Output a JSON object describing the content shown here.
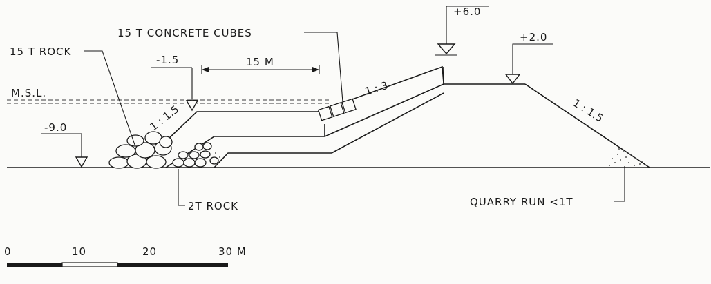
{
  "labels": {
    "concrete_cubes": "15 T  CONCRETE CUBES",
    "rock_15t": "15 T ROCK",
    "rock_2t": "2T ROCK",
    "quarry_run": "QUARRY RUN  <1T",
    "msl": "M.S.L.",
    "berm_width": "15 M"
  },
  "levels": {
    "crest_wall": "+6.0",
    "crest": "+2.0",
    "toe_berm": "-1.5",
    "seabed": "-9.0"
  },
  "slopes": {
    "seaward_upper": "1 : 3",
    "seaward_lower": "1 : 1.5",
    "leeward": "1 : 1.5"
  },
  "scale_bar": {
    "ticks": [
      "0",
      "10",
      "20",
      "30 M"
    ]
  },
  "colors": {
    "ink": "#1a1a1a",
    "paper": "#fbfbf9"
  }
}
